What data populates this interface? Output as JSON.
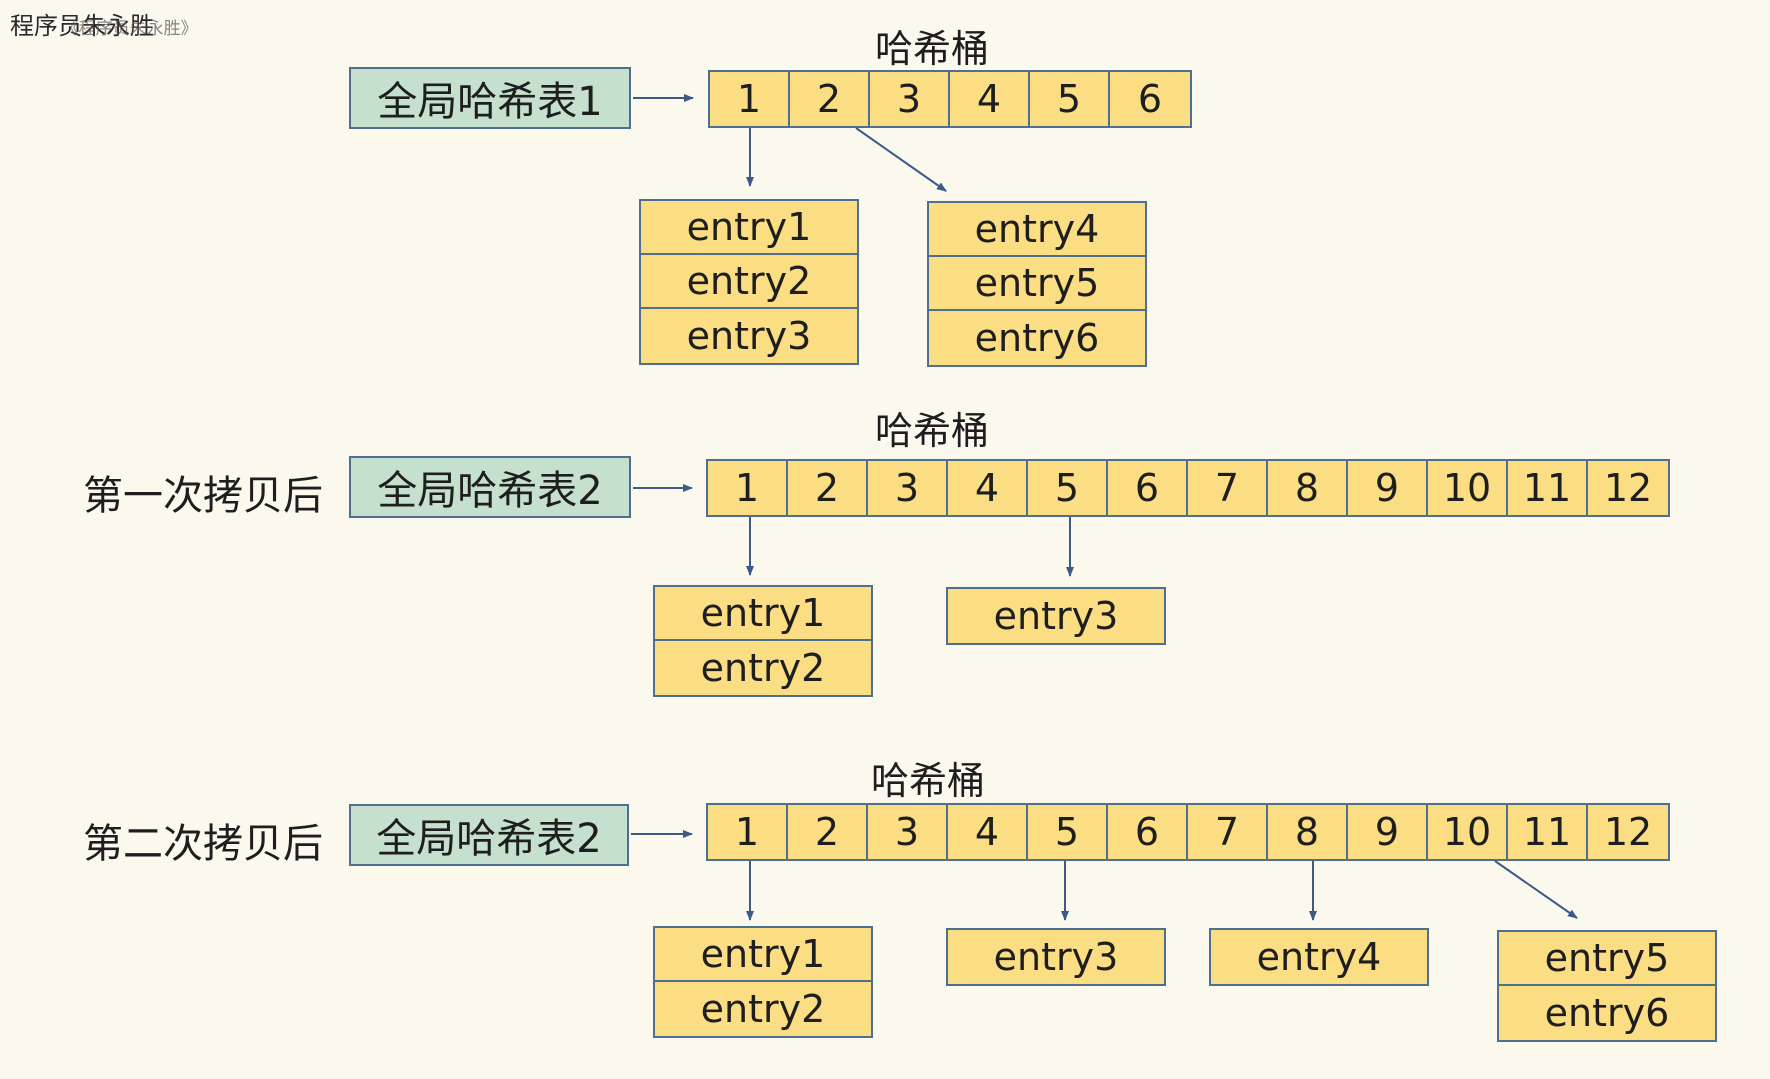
{
  "watermark": "程序员朱永胜",
  "watermark_small": "《程序员朱永胜》",
  "bucket_title": "哈希桶",
  "sections": [
    {
      "label": "",
      "table": "全局哈希表1",
      "buckets": [
        "1",
        "2",
        "3",
        "4",
        "5",
        "6"
      ],
      "groups": [
        [
          "entry1",
          "entry2",
          "entry3"
        ],
        [
          "entry4",
          "entry5",
          "entry6"
        ]
      ]
    },
    {
      "label": "第一次拷贝后",
      "table": "全局哈希表2",
      "buckets": [
        "1",
        "2",
        "3",
        "4",
        "5",
        "6",
        "7",
        "8",
        "9",
        "10",
        "11",
        "12"
      ],
      "groups": [
        [
          "entry1",
          "entry2"
        ],
        [
          "entry3"
        ]
      ]
    },
    {
      "label": "第二次拷贝后",
      "table": "全局哈希表2",
      "buckets": [
        "1",
        "2",
        "3",
        "4",
        "5",
        "6",
        "7",
        "8",
        "9",
        "10",
        "11",
        "12"
      ],
      "groups": [
        [
          "entry1",
          "entry2"
        ],
        [
          "entry3"
        ],
        [
          "entry4"
        ],
        [
          "entry5",
          "entry6"
        ]
      ]
    }
  ],
  "colors": {
    "bucket": "#fbdd84",
    "table": "#c5e1cd",
    "border": "#4f6f8f",
    "arrow": "#3b5a8a"
  }
}
